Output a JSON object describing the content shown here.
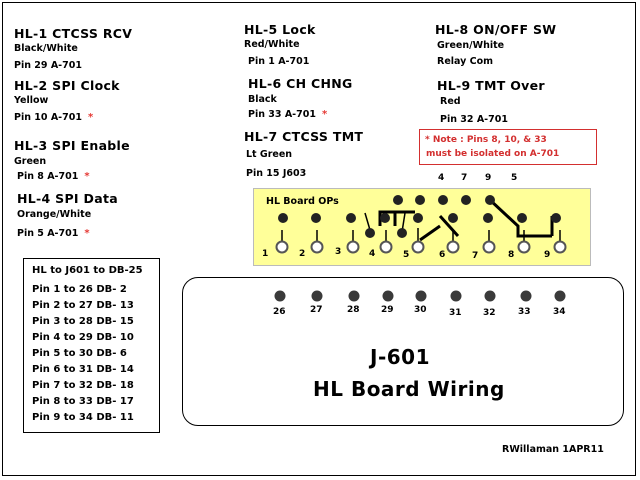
{
  "labels": {
    "hl1": {
      "title": "HL-1 CTCSS RCV",
      "wire": "Black/White",
      "pin": "Pin 29 A-701"
    },
    "hl2": {
      "title": "HL-2 SPI Clock",
      "wire": "Yellow",
      "pin": "Pin 10 A-701",
      "ast": "*"
    },
    "hl3": {
      "title": "HL-3 SPI Enable",
      "wire": "Green",
      "pin": "Pin 8 A-701",
      "ast": "*"
    },
    "hl4": {
      "title": "HL-4 SPI Data",
      "wire": "Orange/White",
      "pin": "Pin 5 A-701",
      "ast": "*"
    },
    "hl5": {
      "title": "HL-5 Lock",
      "wire": "Red/White",
      "pin": "Pin 1 A-701"
    },
    "hl6": {
      "title": "HL-6 CH CHNG",
      "wire": "Black",
      "pin": "Pin 33 A-701",
      "ast": "*"
    },
    "hl7": {
      "title": "HL-7 CTCSS TMT",
      "wire": "Lt Green",
      "pin": "Pin 15 J603"
    },
    "hl8": {
      "title": "HL-8 ON/OFF SW",
      "wire": "Green/White",
      "pin": "Relay Com"
    },
    "hl9": {
      "title": "HL-9 TMT Over",
      "wire": "Red",
      "pin": "Pin 32 A-701"
    }
  },
  "note": {
    "line1": "*  Note : Pins 8, 10, & 33",
    "line2": "must be isolated on A-701"
  },
  "xref": {
    "title": "HL to J601 to DB-25",
    "rows": [
      "Pin 1 to 26 DB-  2",
      "Pin 2 to 27 DB- 13",
      "Pin 3 to 28 DB- 15",
      "Pin 4 to 29 DB- 10",
      "Pin 5 to 30 DB-  6",
      "Pin 6 to 31 DB- 14",
      "Pin 7 to 32 DB- 18",
      "Pin 8 to 33 DB- 17",
      "Pin 9 to 34 DB- 11"
    ]
  },
  "board": {
    "label": "HL Board OPs",
    "pin_numbers": [
      "1",
      "2",
      "3",
      "4",
      "5",
      "6",
      "7",
      "8",
      "9"
    ],
    "top_numbers": [
      "4",
      "7",
      "9",
      "5"
    ]
  },
  "connector": {
    "pin_numbers": [
      "26",
      "27",
      "28",
      "29",
      "30",
      "31",
      "32",
      "33",
      "34"
    ],
    "title": "J-601",
    "subtitle": "HL Board Wiring"
  },
  "signature": "RWillaman  1APR11",
  "colors": {
    "board": "#ffff99",
    "note_red": "#d32f2f",
    "asterisk": "#e53935"
  }
}
